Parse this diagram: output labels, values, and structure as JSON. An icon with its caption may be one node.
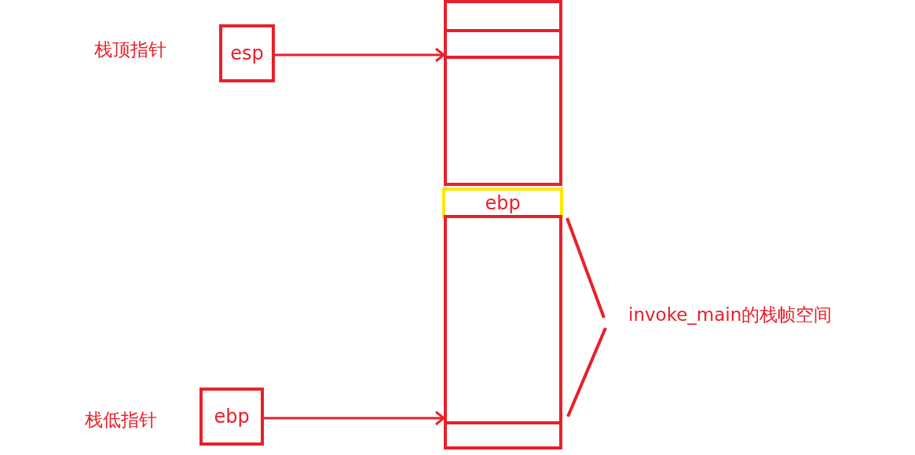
{
  "diagram": {
    "nodes": [
      {
        "text": [
          "esp"
        ],
        "beside": [
          "栈顶指针"
        ]
      },
      {
        "text": [
          "ebp"
        ],
        "beside": [
          "栈低指针"
        ]
      },
      {
        "text": [],
        "shape": "box"
      },
      {
        "text": [],
        "shape": "box"
      },
      {
        "text": [],
        "shape": "box"
      },
      {
        "text": [
          "ebp"
        ]
      },
      {
        "text": [],
        "shape": "box"
      },
      {
        "text": [],
        "shape": "box"
      }
    ],
    "edges": [
      {
        "from": 0,
        "to": 3,
        "arrow": "to"
      },
      {
        "from": 1,
        "to": 6,
        "arrow": "to"
      }
    ],
    "labels": [
      "invoke_main的栈帧空间"
    ]
  }
}
